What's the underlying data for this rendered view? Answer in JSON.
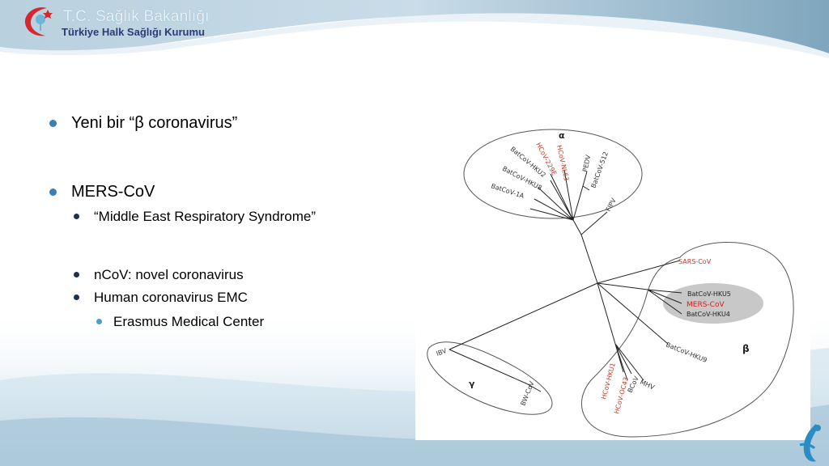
{
  "header": {
    "ministry": "T.C. Sağlık Bakanlığı",
    "institution": "Türkiye Halk Sağlığı Kurumu"
  },
  "bullets": [
    {
      "level": 1,
      "text": "Yeni bir “β coronavirus”"
    },
    {
      "level": 1,
      "text": "MERS-CoV"
    },
    {
      "level": 2,
      "text": "“Middle East Respiratory Syndrome”"
    },
    {
      "level": 2,
      "text": "nCoV: novel coronavirus"
    },
    {
      "level": 2,
      "text": "Human coronavirus EMC"
    },
    {
      "level": 3,
      "text": "Erasmus Medical Center"
    }
  ],
  "tree": {
    "groups": [
      "α",
      "β",
      "γ"
    ],
    "alpha_leaves": [
      "BatCoV-HKU2",
      "BatCoV-HKU8",
      "BatCoV-1A",
      "HCoV-229E",
      "HCoV-NL63",
      "PEDV",
      "BatCoV-512",
      "FIPV"
    ],
    "beta_leaves": [
      "SARS-CoV",
      "BatCoV-HKU5",
      "MERS-CoV",
      "BatCoV-HKU4",
      "BatCoV-HKU9",
      "MHV",
      "BCoV",
      "HCoV-OC43",
      "HCoV-HKU1"
    ],
    "gamma_leaves": [
      "IBV",
      "BW-CoV"
    ]
  },
  "colors": {
    "human_virus_label": "#c0392b",
    "mers_label": "#d6201c",
    "header_band": "#8fb3c9",
    "bullet": "#3b7fb0"
  }
}
